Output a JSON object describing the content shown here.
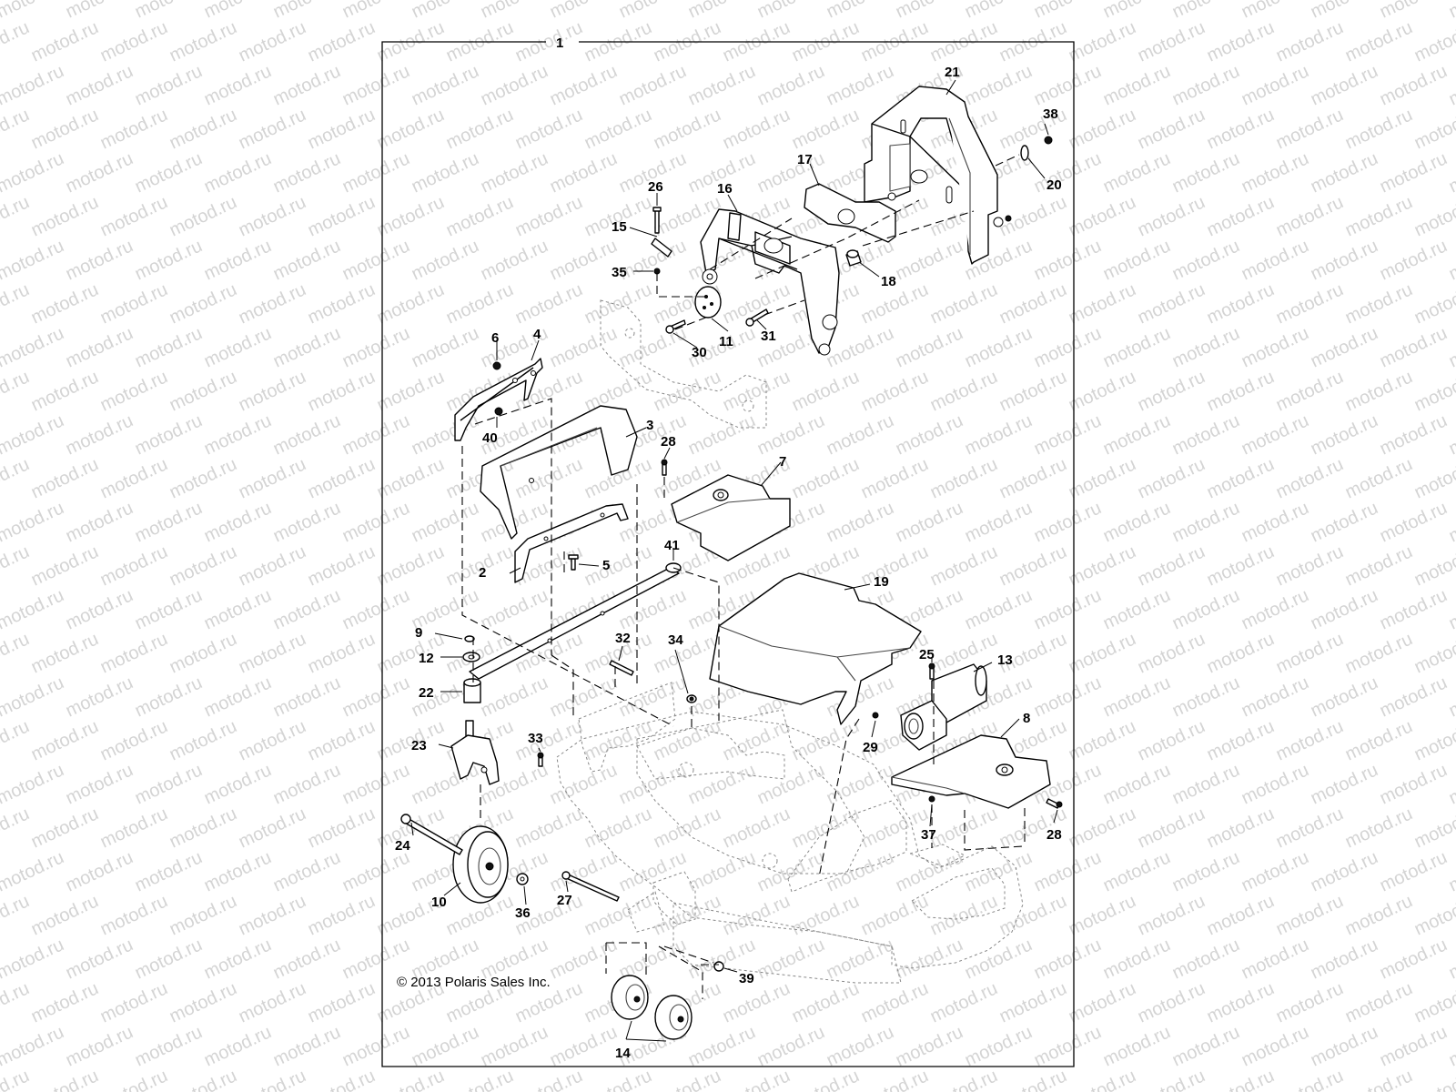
{
  "watermark": "motod.ru",
  "copyright": "© 2013 Polaris Sales Inc.",
  "frame_label": "1",
  "callouts": {
    "c2": "2",
    "c3": "3",
    "c4": "4",
    "c5": "5",
    "c6": "6",
    "c7": "7",
    "c8": "8",
    "c9": "9",
    "c10": "10",
    "c11": "11",
    "c12": "12",
    "c13": "13",
    "c14": "14",
    "c15": "15",
    "c16": "16",
    "c17": "17",
    "c18": "18",
    "c19": "19",
    "c20": "20",
    "c21": "21",
    "c22": "22",
    "c23": "23",
    "c24": "24",
    "c25": "25",
    "c26": "26",
    "c27": "27",
    "c28a": "28",
    "c28b": "28",
    "c29": "29",
    "c30": "30",
    "c31": "31",
    "c32": "32",
    "c33": "33",
    "c34": "34",
    "c35": "35",
    "c36": "36",
    "c37": "37",
    "c38": "38",
    "c39": "39",
    "c40": "40",
    "c41": "41"
  }
}
